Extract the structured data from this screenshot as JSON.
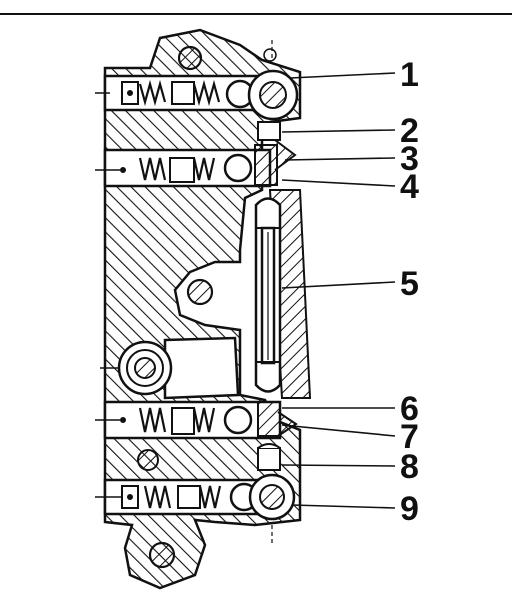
{
  "callouts": [
    {
      "label": "1"
    },
    {
      "label": "2"
    },
    {
      "label": "3"
    },
    {
      "label": "4"
    },
    {
      "label": "5"
    },
    {
      "label": "6"
    },
    {
      "label": "7"
    },
    {
      "label": "8"
    },
    {
      "label": "9"
    }
  ],
  "colors": {
    "ink": "#111111",
    "paper": "#ffffff"
  }
}
